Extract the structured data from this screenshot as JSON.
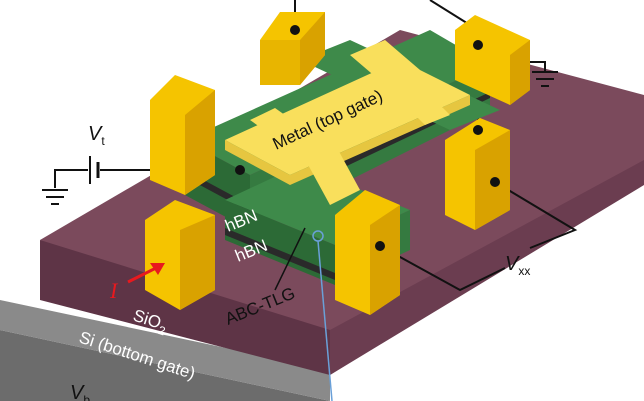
{
  "labels": {
    "top_gate": "Metal (top gate)",
    "hbn_upper": "hBN",
    "hbn_lower": "hBN",
    "abc_tlg": "ABC-TLG",
    "sio2_main": "SiO",
    "sio2_sub": "2",
    "si": "Si (bottom gate)",
    "vt_main": "V",
    "vt_sub": "t",
    "vxx_main": "V",
    "vxx_sub": "xx",
    "vb_main": "V",
    "vb_sub": "b",
    "current": "I"
  },
  "colors": {
    "gold": "#f5c400",
    "gold_dark": "#d9a200",
    "gold_side": "#e8b500",
    "metal_gate": "#f9df5c",
    "metal_gate_side": "#e6c640",
    "hbn": "#3e8a4a",
    "hbn_side": "#2c6a36",
    "graphene": "#2a2a2a",
    "sio2": "#7b4a5c",
    "sio2_front": "#5e3446",
    "si": "#8a8a8a",
    "si_front": "#6c6c6c",
    "current_arrow": "#e8191e",
    "probe_line": "#6aa0d8"
  }
}
